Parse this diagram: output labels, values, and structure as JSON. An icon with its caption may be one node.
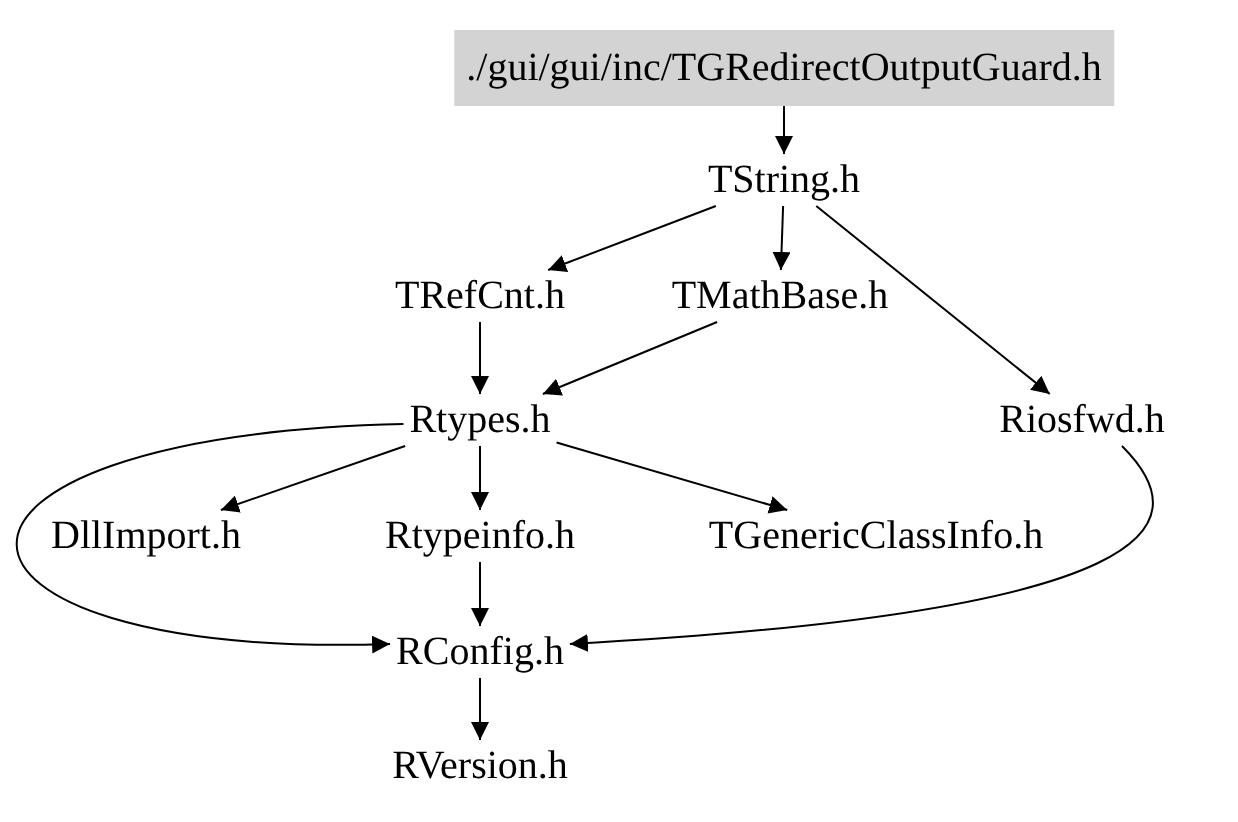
{
  "diagram": {
    "nodes": [
      {
        "text": [
          "./gui/gui/inc/TGRedirectOutputGuard.h"
        ]
      },
      {
        "text": [
          "TString.h"
        ]
      },
      {
        "text": [
          "TRefCnt.h"
        ]
      },
      {
        "text": [
          "TMathBase.h"
        ]
      },
      {
        "text": [
          "Rtypes.h"
        ]
      },
      {
        "text": [
          "Riosfwd.h"
        ]
      },
      {
        "text": [
          "DllImport.h"
        ]
      },
      {
        "text": [
          "Rtypeinfo.h"
        ]
      },
      {
        "text": [
          "TGenericClassInfo.h"
        ]
      },
      {
        "text": [
          "RConfig.h"
        ]
      },
      {
        "text": [
          "RVersion.h"
        ]
      }
    ],
    "edges": [
      {
        "from": 0,
        "to": 1,
        "arrow": "to"
      },
      {
        "from": 1,
        "to": 2,
        "arrow": "to"
      },
      {
        "from": 1,
        "to": 3,
        "arrow": "to"
      },
      {
        "from": 1,
        "to": 5,
        "arrow": "to"
      },
      {
        "from": 2,
        "to": 4,
        "arrow": "to"
      },
      {
        "from": 3,
        "to": 4,
        "arrow": "to"
      },
      {
        "from": 4,
        "to": 6,
        "arrow": "to"
      },
      {
        "from": 4,
        "to": 7,
        "arrow": "to"
      },
      {
        "from": 4,
        "to": 8,
        "arrow": "to"
      },
      {
        "from": 4,
        "to": 9,
        "arrow": "to"
      },
      {
        "from": 7,
        "to": 9,
        "arrow": "to"
      },
      {
        "from": 5,
        "to": 9,
        "arrow": "to"
      },
      {
        "from": 9,
        "to": 10,
        "arrow": "to"
      }
    ]
  }
}
